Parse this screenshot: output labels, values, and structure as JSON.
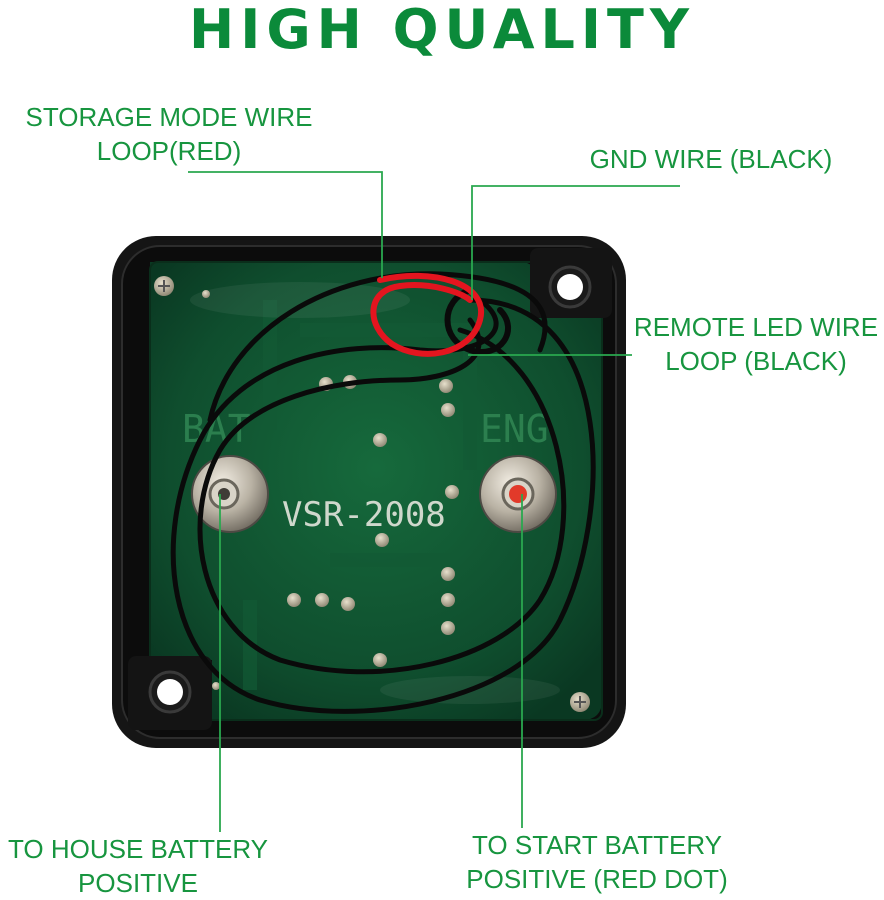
{
  "title": "HIGH QUALITY",
  "colors": {
    "title": "#0b8a3a",
    "label": "#17953f",
    "leader_line": "#2aa84f",
    "pcb": "#0e4a2c",
    "housing": "#111111",
    "red_wire": "#e3151f",
    "red_dot": "#e23a2a"
  },
  "labels": {
    "storage_mode_line1": "STORAGE MODE WIRE",
    "storage_mode_line2": "LOOP(RED)",
    "gnd_wire": "GND WIRE (BLACK)",
    "remote_led_line1": "REMOTE LED WIRE",
    "remote_led_line2": "LOOP (BLACK)",
    "house_battery_line1": "TO HOUSE BATTERY",
    "house_battery_line2": "POSITIVE",
    "start_battery_line1": "TO START BATTERY",
    "start_battery_line2": "POSITIVE (RED DOT)"
  },
  "board": {
    "model": "VSR-2008",
    "terminal_left": "BAT",
    "terminal_right": "ENG"
  }
}
